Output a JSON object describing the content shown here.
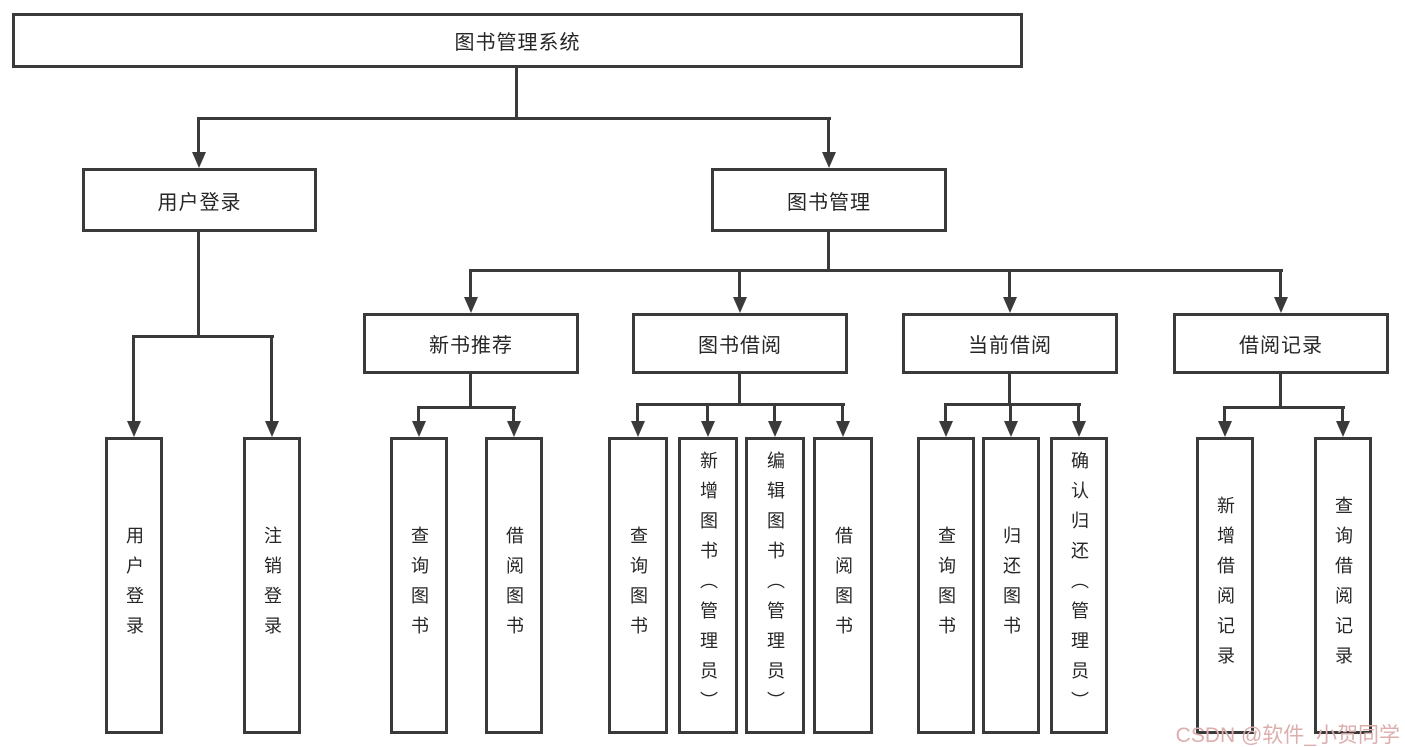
{
  "diagram": {
    "root": "图书管理系统",
    "level2": {
      "user_login": "用户登录",
      "book_mgmt": "图书管理"
    },
    "level3": {
      "new_books": "新书推荐",
      "book_borrow": "图书借阅",
      "current_borrow": "当前借阅",
      "borrow_records": "借阅记录"
    },
    "leaves": {
      "user_login": "用户登录",
      "logout": "注销登录",
      "nb_query": "查询图书",
      "nb_borrow": "借阅图书",
      "bb_query": "查询图书",
      "bb_add": "新增图书（管理员）",
      "bb_edit": "编辑图书（管理员）",
      "bb_borrow": "借阅图书",
      "cb_query": "查询图书",
      "cb_return": "归还图书",
      "cb_confirm": "确认归还（管理员）",
      "br_add": "新增借阅记录",
      "br_query": "查询借阅记录"
    },
    "colors": {
      "line": "#3a3a3a",
      "text": "#262626",
      "watermark": "#dcaeae"
    }
  },
  "watermark": "CSDN @软件_小贺同学"
}
